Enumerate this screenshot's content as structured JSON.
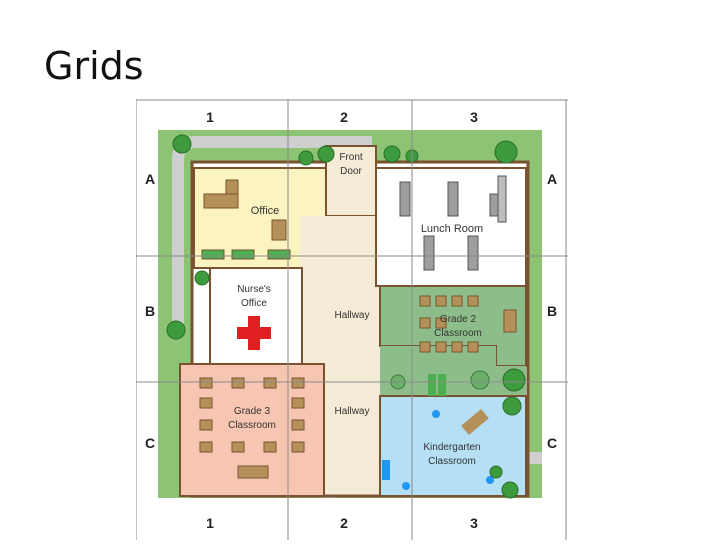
{
  "slide": {
    "title": "Grids"
  },
  "grid": {
    "columns": [
      "1",
      "2",
      "3"
    ],
    "rows": [
      "A",
      "B",
      "C"
    ]
  },
  "rooms": {
    "front_door": [
      "Front",
      "Door"
    ],
    "office": "Office",
    "lunch_room": "Lunch Room",
    "nurse": [
      "Nurse's",
      "Office"
    ],
    "hallway_top": "Hallway",
    "hallway_bottom": "Hallway",
    "grade2": [
      "Grade 2",
      "Classroom"
    ],
    "grade3": [
      "Grade 3",
      "Classroom"
    ],
    "kindergarten": [
      "Kindergarten",
      "Classroom"
    ]
  },
  "colors": {
    "grass": "#8cc474",
    "path": "#cfcfcf",
    "wall": "#7a5230",
    "office": "#fbf4c0",
    "hallway": "#f5ecd8",
    "grade2": "#8dbd8a",
    "grade3": "#f6c6b3",
    "kindergarten": "#b4dff5",
    "nurse_cross": "#e02020",
    "grid_line": "#8a8a8a"
  }
}
